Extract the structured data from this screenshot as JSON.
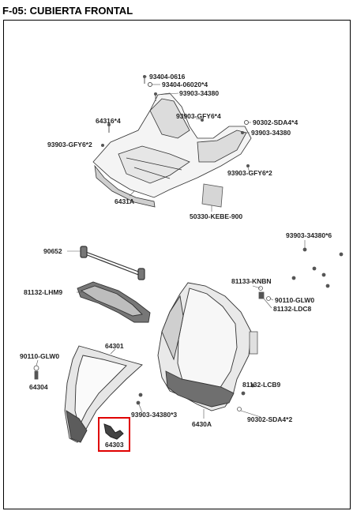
{
  "header": {
    "title": "F-05: CUBIERTA FRONTAL"
  },
  "parts": [
    {
      "id": "p1",
      "code": "93404-0616"
    },
    {
      "id": "p2",
      "code": "93404-06020*4"
    },
    {
      "id": "p3",
      "code": "93903-34380"
    },
    {
      "id": "p4",
      "code": "64316*4"
    },
    {
      "id": "p5",
      "code": "93903-GFY6*4"
    },
    {
      "id": "p6",
      "code": "90302-SDA4*4"
    },
    {
      "id": "p7",
      "code": "93903-34380"
    },
    {
      "id": "p8",
      "code": "93903-GFY6*2"
    },
    {
      "id": "p9",
      "code": "93903-GFY6*2"
    },
    {
      "id": "p10",
      "code": "6431A"
    },
    {
      "id": "p11",
      "code": "50330-KEBE-900"
    },
    {
      "id": "p12",
      "code": "93903-34380*6"
    },
    {
      "id": "p13",
      "code": "90652"
    },
    {
      "id": "p14",
      "code": "81133-KNBN"
    },
    {
      "id": "p15",
      "code": "81132-LHM9"
    },
    {
      "id": "p16",
      "code": "90110-GLW0"
    },
    {
      "id": "p17",
      "code": "81132-LDC8"
    },
    {
      "id": "p18",
      "code": "90110-GLW0"
    },
    {
      "id": "p19",
      "code": "64301"
    },
    {
      "id": "p20",
      "code": "64304"
    },
    {
      "id": "p21",
      "code": "81132-LCB9"
    },
    {
      "id": "p22",
      "code": "93903-34380*3"
    },
    {
      "id": "p23",
      "code": "6430A"
    },
    {
      "id": "p24",
      "code": "90302-SDA4*2"
    },
    {
      "id": "p25",
      "code": "64303",
      "highlighted": true
    }
  ],
  "colors": {
    "highlight": "#e00000",
    "line": "#333333",
    "fill": "#e8e8e8"
  }
}
